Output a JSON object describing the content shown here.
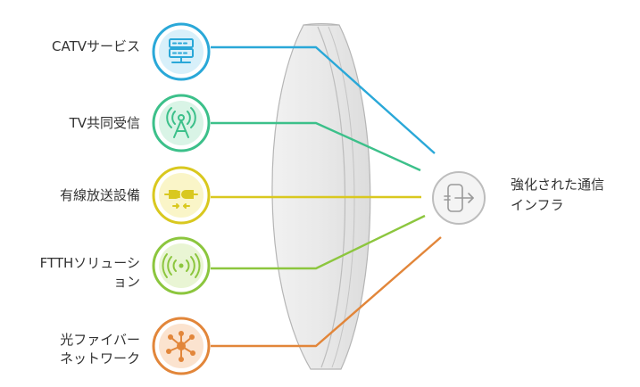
{
  "inputs": [
    {
      "label": "CATVサービス",
      "icon": "server-rack-icon",
      "color": "#2aa8d8",
      "fill": "#d8f0fa"
    },
    {
      "label": "TV共同受信",
      "icon": "broadcast-antenna-icon",
      "color": "#3cc08a",
      "fill": "#d9f4e6"
    },
    {
      "label": "有線放送設備",
      "icon": "plug-connector-icon",
      "color": "#d9c81f",
      "fill": "#faf5c8"
    },
    {
      "label": "FTTHソリューション",
      "label_lines": [
        "FTTHソリューシ",
        "ョン"
      ],
      "icon": "wireless-signal-icon",
      "color": "#8cc63e",
      "fill": "#e9f5d4"
    },
    {
      "label": "光ファイバーネットワーク",
      "label_lines": [
        "光ファイバー",
        "ネットワーク"
      ],
      "icon": "network-hub-icon",
      "color": "#e2863a",
      "fill": "#fbe3cf"
    }
  ],
  "output": {
    "label_lines": [
      "強化された通信",
      "インフラ"
    ],
    "icon": "exit-door-icon"
  }
}
